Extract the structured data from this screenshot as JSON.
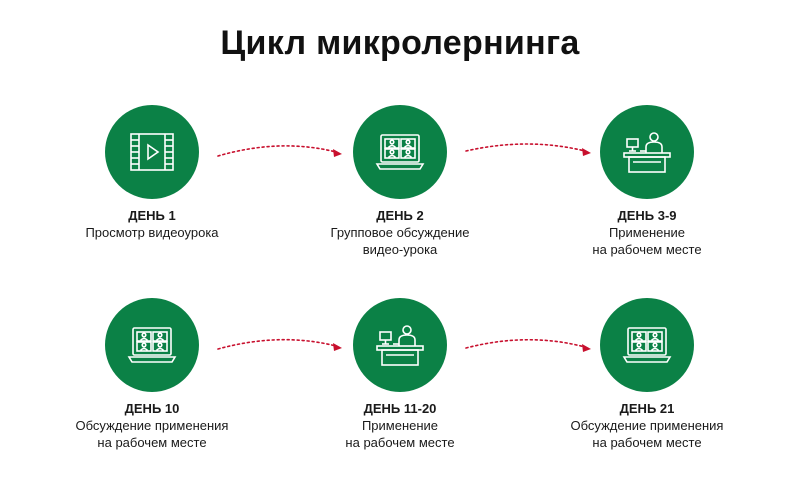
{
  "title": "Цикл микролернинга",
  "colors": {
    "circle": "#0b8146",
    "icon": "#ffffff",
    "arrow": "#c8102e"
  },
  "steps": [
    {
      "day": "ДЕНЬ 1",
      "desc": "Просмотр видеоурока",
      "icon": "video-film-icon"
    },
    {
      "day": "ДЕНЬ 2",
      "desc": "Групповое обсуждение\nвидео-урока",
      "icon": "video-conference-icon"
    },
    {
      "day": "ДЕНЬ 3-9",
      "desc": "Применение\nна рабочем месте",
      "icon": "workplace-desk-icon"
    },
    {
      "day": "ДЕНЬ 10",
      "desc": "Обсуждение применения\nна рабочем месте",
      "icon": "video-conference-icon"
    },
    {
      "day": "ДЕНЬ 11-20",
      "desc": "Применение\nна рабочем месте",
      "icon": "workplace-desk-icon"
    },
    {
      "day": "ДЕНЬ 21",
      "desc": "Обсуждение применения\nна рабочем месте",
      "icon": "video-conference-icon"
    }
  ]
}
